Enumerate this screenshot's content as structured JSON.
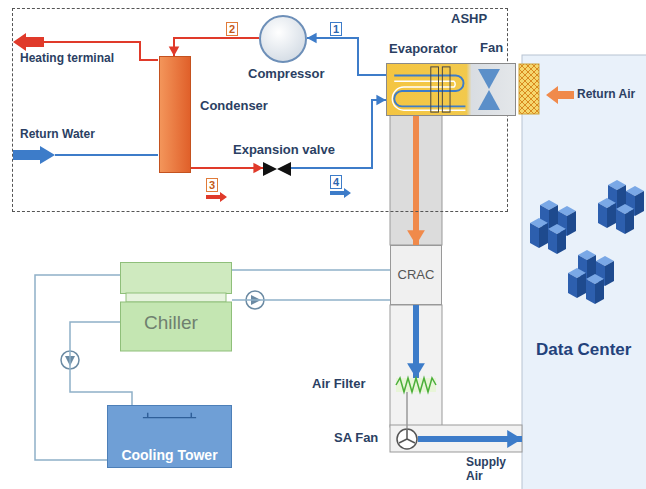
{
  "diagram": {
    "nodes": [
      {
        "text": [
          "ASHP"
        ]
      },
      {
        "text": [
          "Compressor"
        ],
        "in": 0
      },
      {
        "text": [
          "Condenser"
        ],
        "in": 0
      },
      {
        "text": [
          "Expansion valve"
        ],
        "in": 0
      },
      {
        "text": [
          "Evaporator"
        ],
        "in": 0
      },
      {
        "text": [
          "Fan"
        ],
        "in": 0
      },
      {
        "text": [
          "Data Center"
        ]
      },
      {
        "text": [
          "CRAC"
        ]
      },
      {
        "text": [
          "Chiller"
        ]
      },
      {
        "text": [
          "Cooling Tower"
        ]
      },
      {
        "text": [
          "Air Filter"
        ]
      },
      {
        "text": [
          "SA Fan"
        ]
      }
    ],
    "edges": [
      {
        "from": 1,
        "to": 2,
        "arrow": "to"
      },
      {
        "from": 2,
        "to": 3,
        "arrow": "to"
      },
      {
        "from": 3,
        "to": 4,
        "arrow": "to"
      },
      {
        "from": 4,
        "to": 1,
        "arrow": "to"
      },
      {
        "from": 4,
        "to": 7,
        "arrow": "to"
      },
      {
        "from": 7,
        "to": 10,
        "arrow": "to"
      },
      {
        "from": 10,
        "to": 11,
        "arrow": "none"
      },
      {
        "from": 11,
        "to": 6,
        "arrow": "to"
      },
      {
        "from": 8,
        "to": 7,
        "arrow": "none"
      },
      {
        "from": 8,
        "to": 7,
        "arrow": "none"
      },
      {
        "from": 8,
        "to": 9,
        "arrow": "none"
      },
      {
        "from": 8,
        "to": 9,
        "arrow": "none"
      }
    ],
    "labels": [
      "1",
      "2",
      "3",
      "4",
      "Heating terminal",
      "Return Water",
      "Return Air",
      "Supply Air"
    ]
  }
}
